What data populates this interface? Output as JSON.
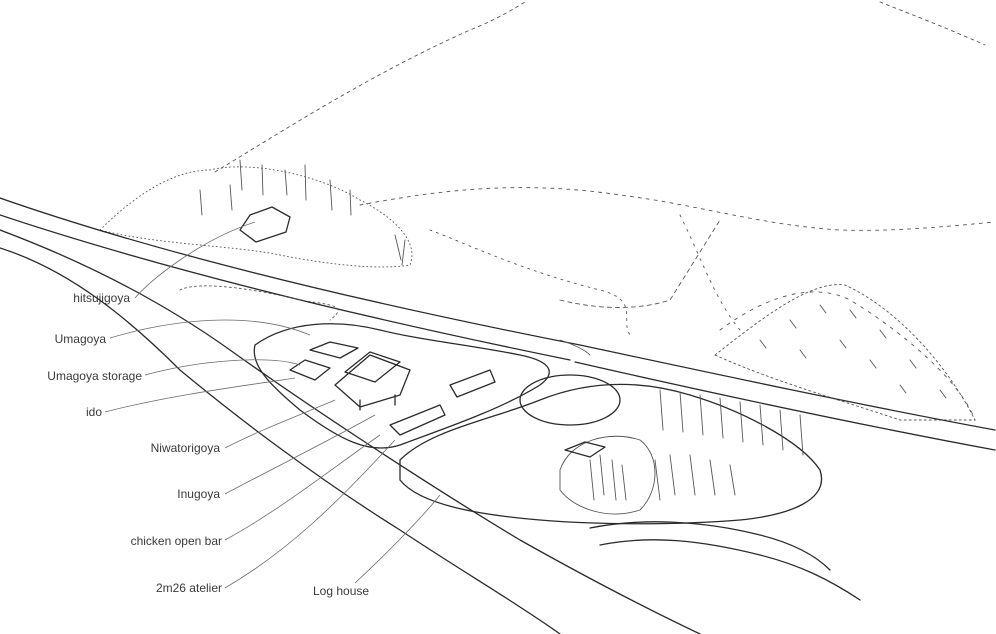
{
  "labels": {
    "hitsujigoya": "hitsujigoya",
    "umagoya": "Umagoya",
    "umagoya_storage": "Umagoya storage",
    "ido": "ido",
    "niwatorigoya": "Niwatorigoya",
    "inugoya": "Inugoya",
    "chicken_open_bar": "chicken open bar",
    "atelier": "2m26 atelier",
    "log_house": "Log house"
  }
}
